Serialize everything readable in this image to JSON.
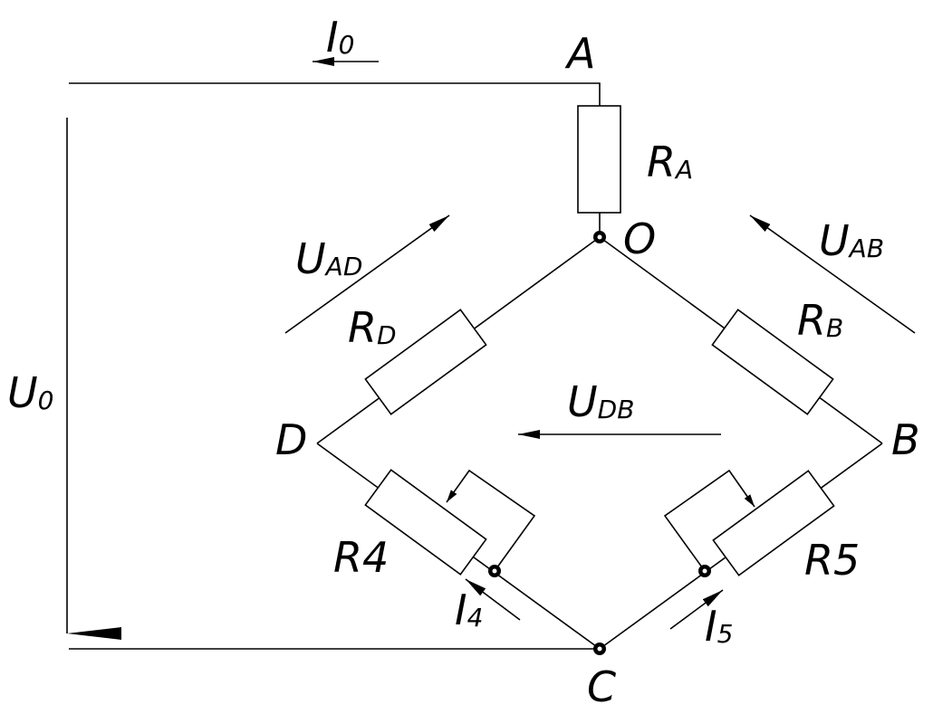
{
  "diagram": {
    "nodes": {
      "A": "A",
      "O": "O",
      "D": "D",
      "B": "B",
      "C": "C"
    },
    "resistors": {
      "RA": {
        "main": "R",
        "sub": "A"
      },
      "RD": {
        "main": "R",
        "sub": "D"
      },
      "RB": {
        "main": "R",
        "sub": "B"
      },
      "R4": "R4",
      "R5": "R5"
    },
    "voltages": {
      "U0": {
        "main": "U",
        "sub": "0"
      },
      "UAD": {
        "main": "U",
        "sub": "AD"
      },
      "UAB": {
        "main": "U",
        "sub": "AB"
      },
      "UDB": {
        "main": "U",
        "sub": "DB"
      }
    },
    "currents": {
      "I0": {
        "main": "I",
        "sub": "0"
      },
      "I4": {
        "main": "I",
        "sub": "4"
      },
      "I5": {
        "main": "I",
        "sub": "5"
      }
    }
  }
}
